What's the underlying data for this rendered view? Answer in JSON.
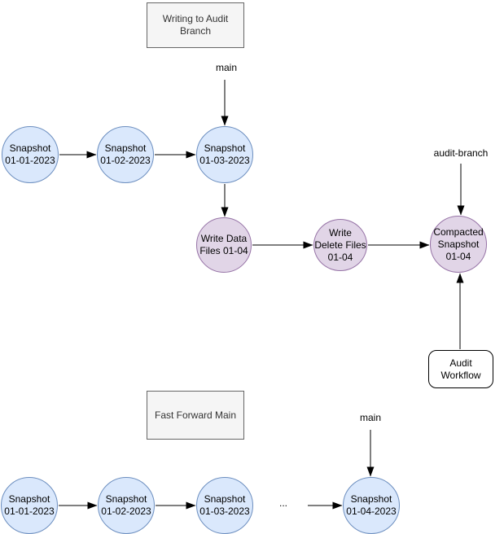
{
  "colors": {
    "snapshot_fill": "#dae8fc",
    "snapshot_stroke": "#6c8ebf",
    "workflow_node_fill": "#e1d5e7",
    "workflow_node_stroke": "#9673a6",
    "title_box_fill": "#f5f5f5",
    "title_box_stroke": "#666666",
    "title_text": "#333333",
    "workflow_box_fill": "#ffffff",
    "workflow_box_stroke": "#000000",
    "arrow_color": "#000000",
    "text_color": "#000000"
  },
  "audit_section": {
    "title_lines": [
      "Writing to Audit",
      "Branch"
    ],
    "main_label": "main",
    "audit_branch_label": "audit-branch",
    "snapshots": [
      {
        "label_lines": [
          "Snapshot",
          "01-01-2023"
        ]
      },
      {
        "label_lines": [
          "Snapshot",
          "01-02-2023"
        ]
      },
      {
        "label_lines": [
          "Snapshot",
          "01-03-2023"
        ]
      }
    ],
    "write_data_node": {
      "label_lines": [
        "Write Data",
        "Files 01-04"
      ]
    },
    "write_delete_node": {
      "label_lines": [
        "Write",
        "Delete Files",
        "01-04"
      ]
    },
    "compacted_node": {
      "label_lines": [
        "Compacted",
        "Snapshot",
        "01-04"
      ]
    },
    "workflow_box": {
      "label_lines": [
        "Audit",
        "Workflow"
      ]
    }
  },
  "fast_forward_section": {
    "title": "Fast Forward Main",
    "main_label": "main",
    "ellipsis": "...",
    "snapshots": [
      {
        "label_lines": [
          "Snapshot",
          "01-01-2023"
        ]
      },
      {
        "label_lines": [
          "Snapshot",
          "01-02-2023"
        ]
      },
      {
        "label_lines": [
          "Snapshot",
          "01-03-2023"
        ]
      },
      {
        "label_lines": [
          "Snapshot",
          "01-04-2023"
        ]
      }
    ]
  }
}
